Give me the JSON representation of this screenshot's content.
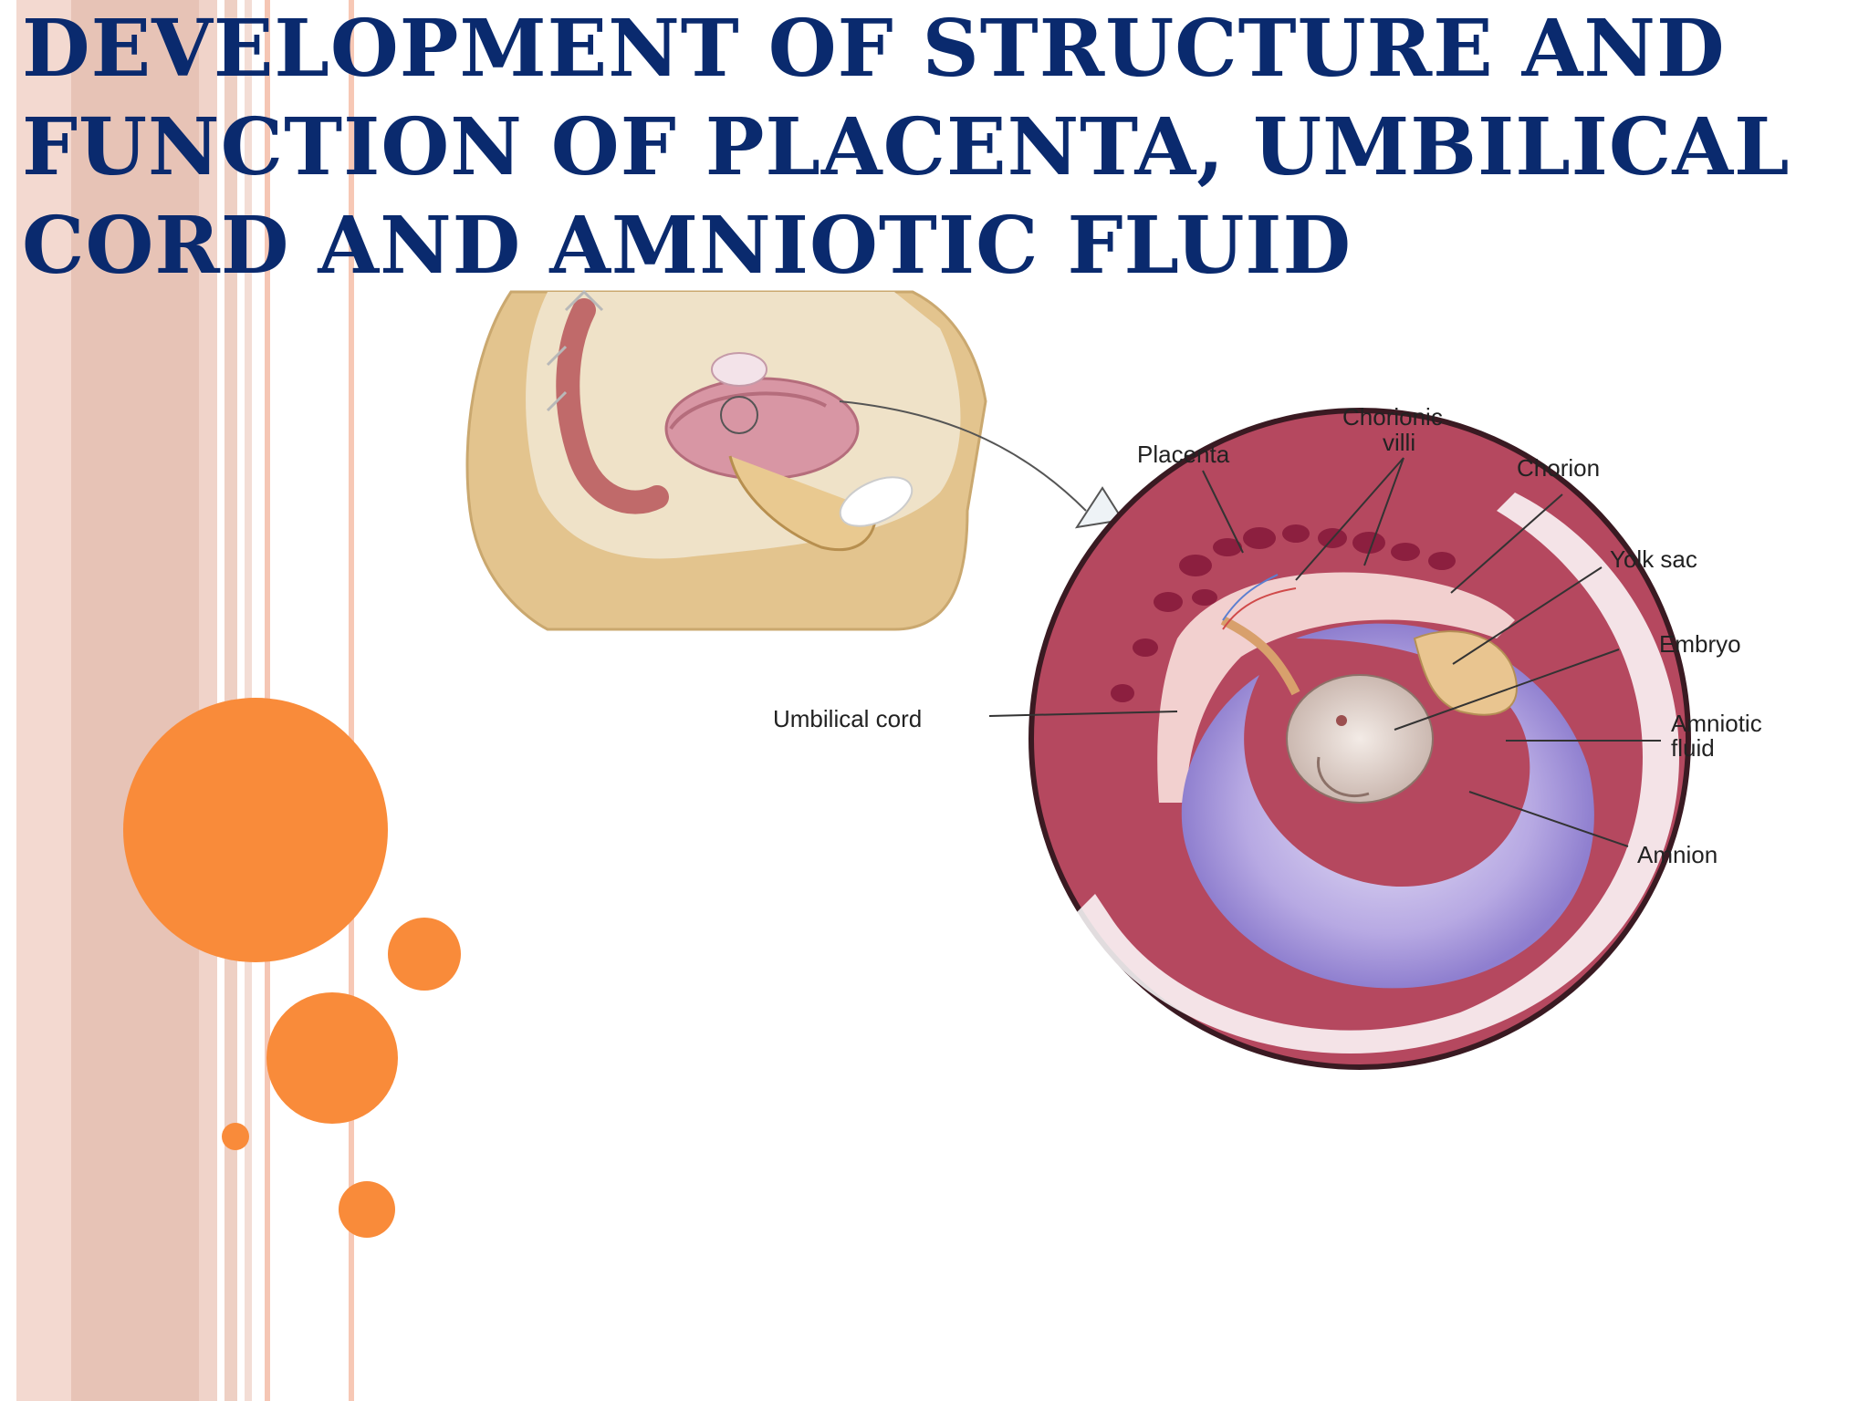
{
  "slide": {
    "title_lines": [
      "DEVELOPMENT OF STRUCTURE AND",
      "FUNCTION OF PLACENTA, UMBILICAL",
      "CORD AND AMNIOTIC FLUID"
    ]
  },
  "diagram": {
    "labels": {
      "placenta": "Placenta",
      "chorionic_villi_1": "Chorionic",
      "chorionic_villi_2": "villi",
      "chorion": "Chorion",
      "yolk_sac": "Yolk sac",
      "embryo": "Embryo",
      "amniotic_fluid_1": "Amniotic",
      "amniotic_fluid_2": "fluid",
      "umbilical_cord": "Umbilical cord",
      "amnion": "Amnion"
    }
  },
  "colors": {
    "title": "#0a2a6e",
    "accent_orange": "#f98b3a",
    "stripe_pink": "#e8c0b3",
    "uterus_wall": "#b5485f",
    "amnion_purple": "#a99ad8",
    "skin_tan": "#e3c48e"
  }
}
